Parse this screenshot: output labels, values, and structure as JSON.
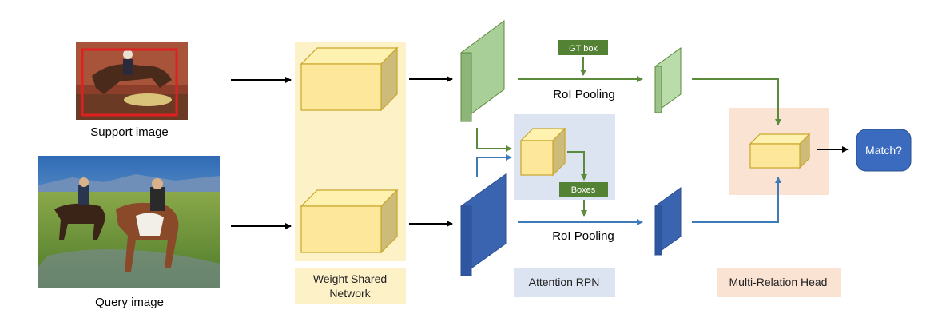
{
  "images": {
    "support": {
      "caption": "Support image"
    },
    "query": {
      "caption": "Query image"
    }
  },
  "modules": {
    "backbone": {
      "line1": "Weight Shared",
      "line2": "Network"
    },
    "attention_rpn": {
      "label": "Attention RPN"
    },
    "multi_relation": {
      "label": "Multi-Relation Head"
    }
  },
  "tags": {
    "gt_box": "GT box",
    "boxes": "Boxes"
  },
  "ops": {
    "roi_top": "RoI Pooling",
    "roi_bottom": "RoI Pooling"
  },
  "output": {
    "label": "Match?"
  },
  "colors": {
    "green": "#5b8a3a",
    "blue": "#3f7bb8",
    "cube_fill": "#fce79a",
    "cube_edge": "#c9a62a",
    "backbone_bg": "#fdf1c8",
    "rpn_bg": "#dce4f1",
    "head_bg": "#fbe3d4",
    "match_btn": "#3a6bbf",
    "tag_green": "#548235"
  }
}
